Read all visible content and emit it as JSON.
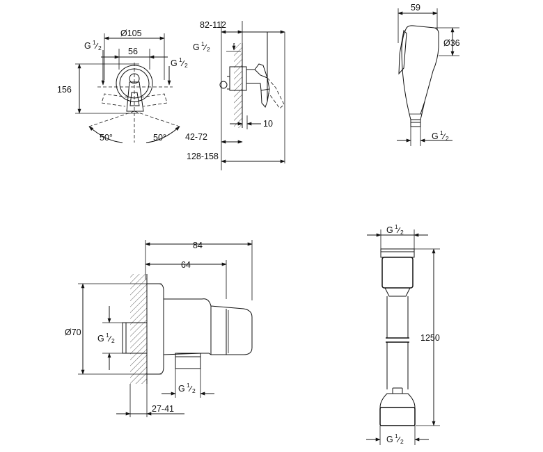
{
  "diagram": {
    "labels": {
      "diameter_105": "Ø105",
      "dim_56": "56",
      "dim_156": "156",
      "angle_left": "50°",
      "angle_right": "50°",
      "dim_82_112": "82-112",
      "dim_42_72": "42-72",
      "dim_10": "10",
      "dim_128_158": "128-158",
      "dim_59": "59",
      "diameter_36": "Ø36",
      "dim_84": "84",
      "dim_64": "64",
      "diameter_70": "Ø70",
      "dim_27_41": "27-41",
      "dim_1250": "1250"
    },
    "thread": {
      "prefix": "G",
      "numerator": "1",
      "denominator": "2"
    }
  }
}
